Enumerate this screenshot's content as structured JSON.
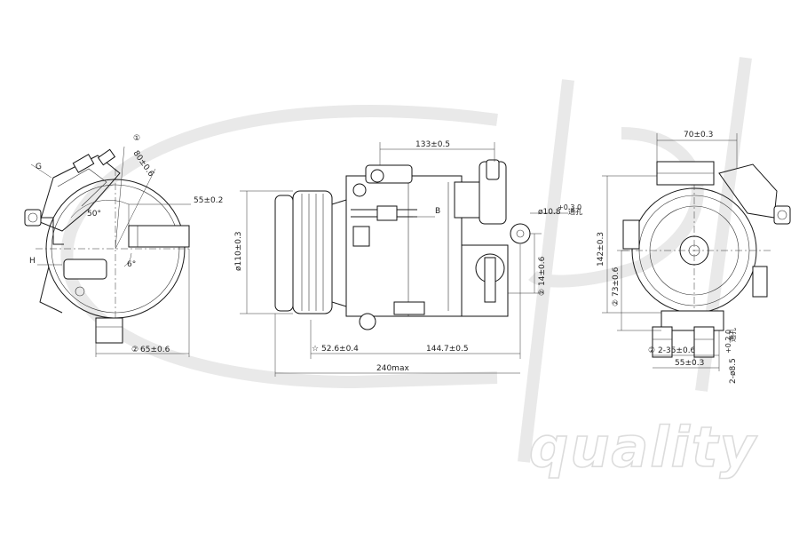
{
  "watermark": {
    "text": "quality"
  },
  "left_view": {
    "labels": {
      "angle_top": "80±0.6",
      "angle_top_circle": "①",
      "g_mark": "G",
      "h_mark": "H",
      "angle_50": "50°",
      "angle_6": "6°",
      "dim_55": "55±0.2",
      "dim_65": "65±0.6",
      "dim_65_circle": "②"
    }
  },
  "middle_view": {
    "labels": {
      "dim_133": "133±0.5",
      "b_mark": "B",
      "dim_110": "ø110±0.3",
      "dim_hole": "ø10.8",
      "dim_hole_tol": "+0.3\n0",
      "dim_hole_suffix": "通孔",
      "dim_14": "14±0.6",
      "dim_14_circle": "②",
      "dim_52": "52.6±0.4",
      "star": "☆",
      "dim_144": "144.7±0.5",
      "dim_240": "240max"
    }
  },
  "right_view": {
    "labels": {
      "dim_70": "70±0.3",
      "dim_142": "142±0.3",
      "dim_73": "73±0.6",
      "dim_73_circle": "②",
      "dim_35": "2-35±0.6",
      "dim_35_circle": "②",
      "dim_55": "55±0.3",
      "dim_hole": "2-ø8.5",
      "dim_hole_tol": "+0.2\n0",
      "dim_hole_suffix": "通孔"
    }
  }
}
